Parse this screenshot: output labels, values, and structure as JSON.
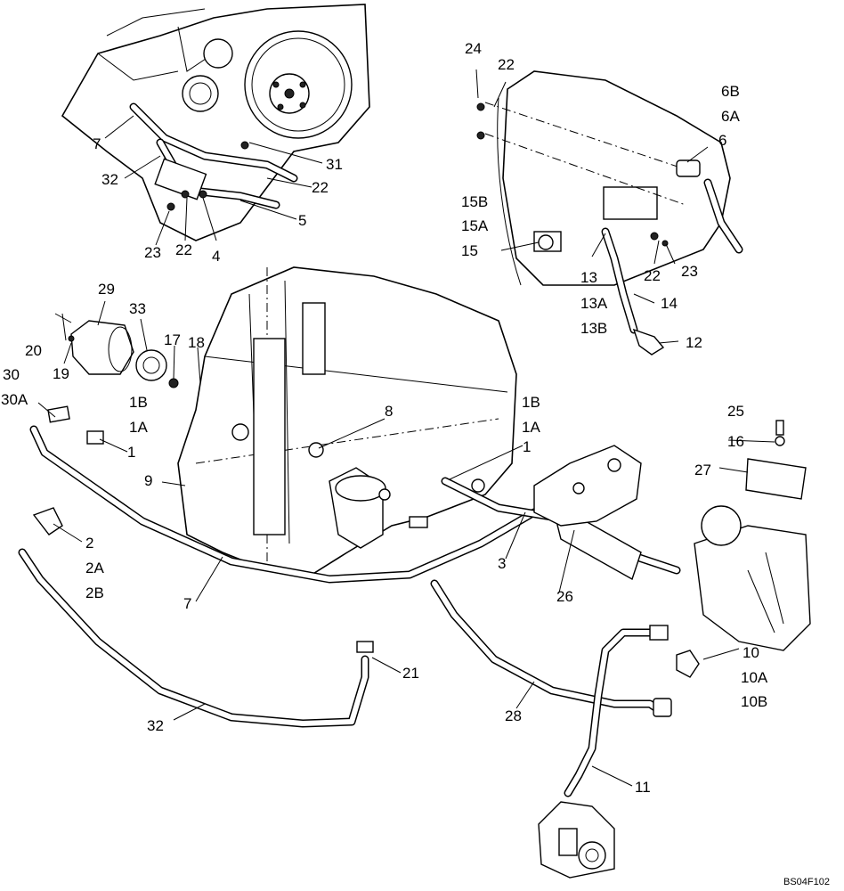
{
  "figure_ref": "BS04F102",
  "callouts": {
    "c24": "24",
    "c22a": "22",
    "c6b": "6B",
    "c6a": "6A",
    "c6": "6",
    "c15b": "15B",
    "c15a": "15A",
    "c15": "15",
    "c13": "13",
    "c22b": "22",
    "c23a": "23",
    "c13a": "13A",
    "c14": "14",
    "c13b": "13B",
    "c12": "12",
    "c7a": "7",
    "c32a": "32",
    "c31": "31",
    "c22c": "22",
    "c5": "5",
    "c23b": "23",
    "c22d": "22",
    "c4": "4",
    "c29": "29",
    "c33": "33",
    "c20": "20",
    "c19": "19",
    "c17": "17",
    "c18": "18",
    "c1b_l": "1B",
    "c1a_l": "1A",
    "c30": "30",
    "c30a": "30A",
    "c1_l": "1",
    "c8": "8",
    "c1b_r": "1B",
    "c1a_r": "1A",
    "c1_r": "1",
    "c9": "9",
    "c25": "25",
    "c16": "16",
    "c27": "27",
    "c2": "2",
    "c2a": "2A",
    "c2b": "2B",
    "c3": "3",
    "c26": "26",
    "c7b": "7",
    "c10": "10",
    "c10a": "10A",
    "c10b": "10B",
    "c21": "21",
    "c28": "28",
    "c32b": "32",
    "c11": "11"
  }
}
